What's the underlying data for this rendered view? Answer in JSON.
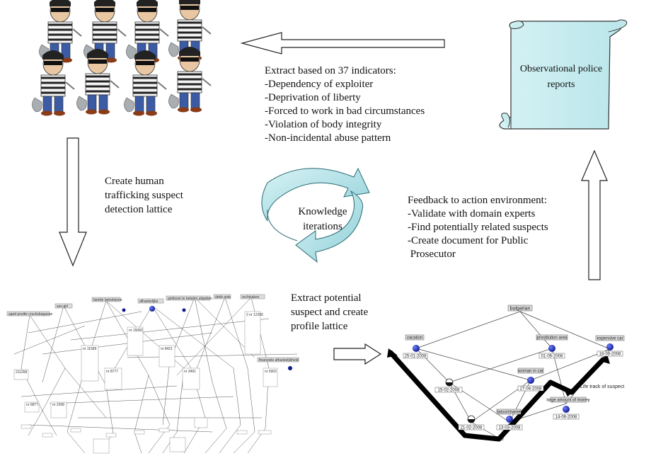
{
  "top_arrow_text": {
    "heading": "Extract based on 37 indicators:",
    "items": [
      "-Dependency of exploiter",
      "-Deprivation of liberty",
      "-Forced to work in bad circumstances",
      "-Violation of body integrity",
      "-Non-incidental abuse pattern"
    ]
  },
  "scroll": {
    "line1": "Observational police",
    "line2": "reports"
  },
  "left_arrow_text": {
    "lines": [
      "Create human",
      "trafficking suspect",
      "detection lattice"
    ]
  },
  "cycle": {
    "line1": "Knowledge",
    "line2": "iterations"
  },
  "feedback": {
    "heading": "Feedback to action environment:",
    "items": [
      "-Validate with domain experts",
      "-Find potentially related suspects",
      "-Create document for Public",
      " Prosecutor"
    ]
  },
  "bottom_arrow_text": {
    "lines": [
      "Extract potential",
      "suspect and create",
      "profile lattice"
    ]
  },
  "profile_lattice": {
    "top": "bulgarian",
    "nodes": [
      {
        "tag": "vacation",
        "date": "25-01-2008"
      },
      {
        "tag": "prostitution area",
        "date": "01-06-2008"
      },
      {
        "tag": "expensive car",
        "date": "18-09-2008"
      },
      {
        "tag": "",
        "date": "15-02-2008"
      },
      {
        "tag": "woman in car",
        "date": "27-04-2008"
      },
      {
        "tag": "large amount of money",
        "date": "14-06-2008"
      },
      {
        "tag": "",
        "date": "21-02-2008"
      },
      {
        "tag": "tatoo/shame",
        "date": "13-03-2008"
      }
    ],
    "life_track_label": "Life track of suspect"
  },
  "detection_lattice": {
    "top_labels": [
      "aged positie crucksbagaoue",
      "sex-girl",
      "familie betrokkene",
      "afhankelijke",
      "geldsom te betalen uitgeben",
      "dekb ante",
      "rechtzaken"
    ],
    "side_label": "financiele afhankelijkheid",
    "sample_codes": [
      "211268",
      "nr 6877",
      "nr 2268",
      "nr 11589",
      "nr 15082",
      "nr 8777",
      "nr 8421",
      "nr 3491",
      "2 nr 12200",
      "nr 5002"
    ]
  }
}
